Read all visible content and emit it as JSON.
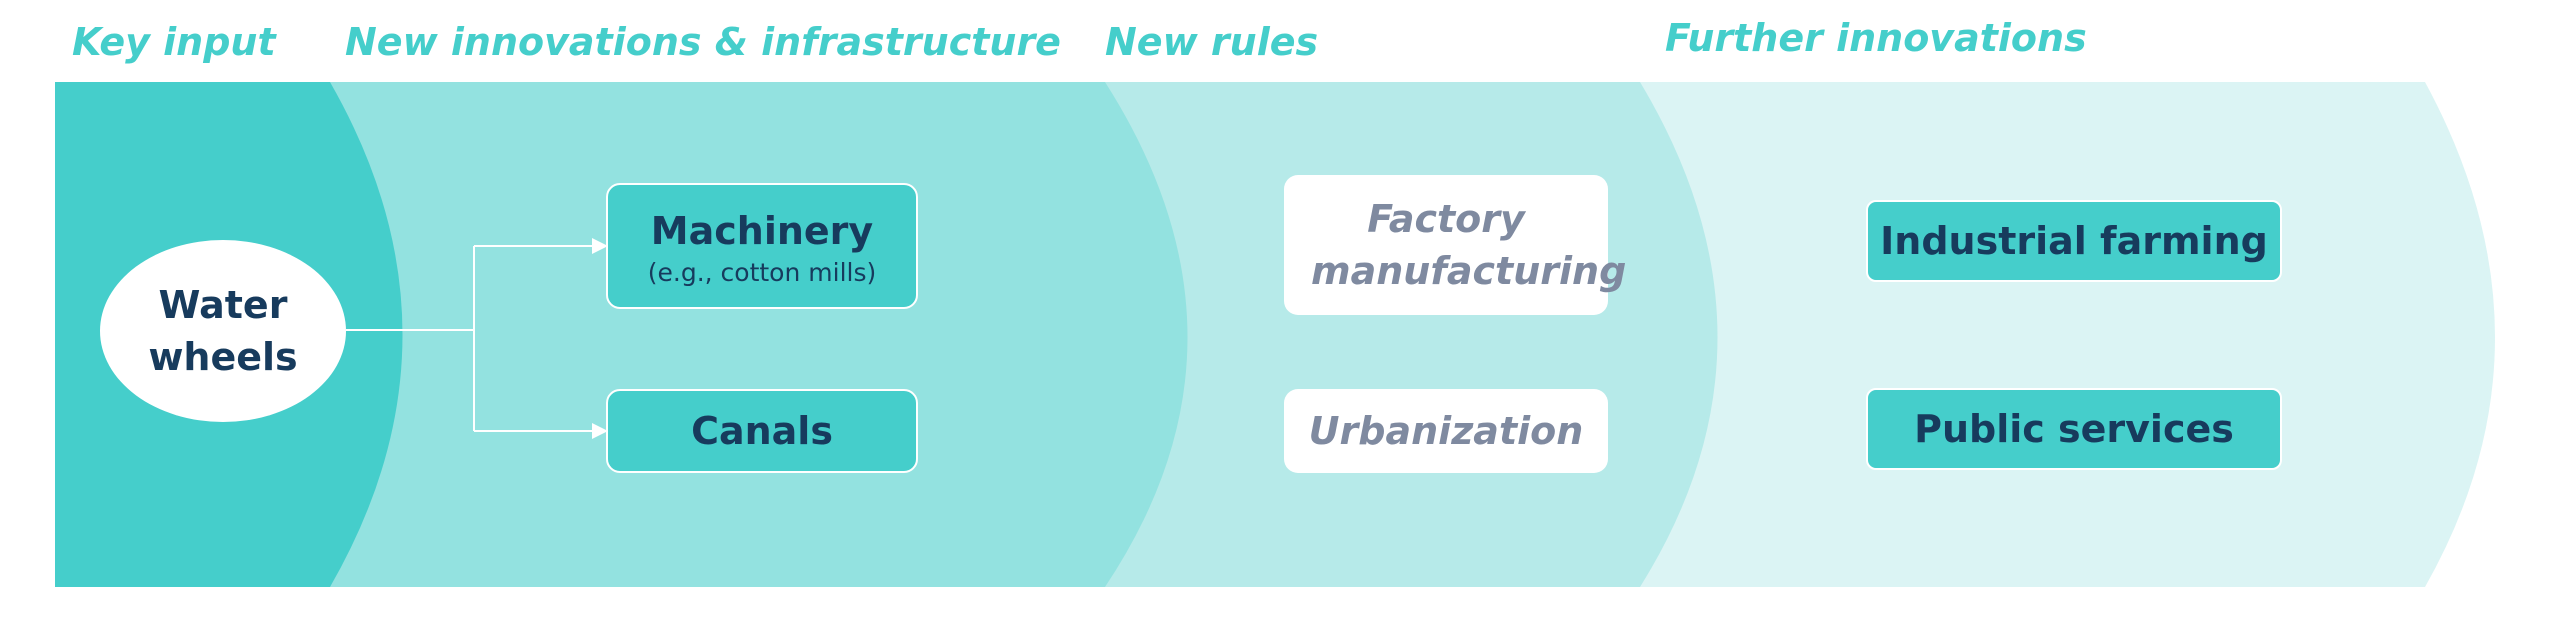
{
  "colors": {
    "accent": "#45CECB",
    "band1": "#45CECB",
    "band2": "#93E2E0",
    "band3": "#B6EAE9",
    "band4": "#DBF4F4",
    "navy": "#173B5D",
    "grey": "#7F8AA0",
    "teal_box": "#45CECB"
  },
  "headers": {
    "key_input": "Key input",
    "new_innovations": "New innovations & infrastructure",
    "new_rules": "New rules",
    "further_innovations": "Further innovations"
  },
  "nodes": {
    "water_wheels": "Water wheels",
    "machinery": "Machinery",
    "machinery_example": "(e.g., cotton mills)",
    "canals": "Canals",
    "factory_manufacturing": "Factory manufacturing",
    "urbanization": "Urbanization",
    "industrial_farming": "Industrial farming",
    "public_services": "Public services"
  },
  "edges": [
    {
      "from": "water_wheels",
      "to": "machinery"
    },
    {
      "from": "water_wheels",
      "to": "canals"
    }
  ]
}
